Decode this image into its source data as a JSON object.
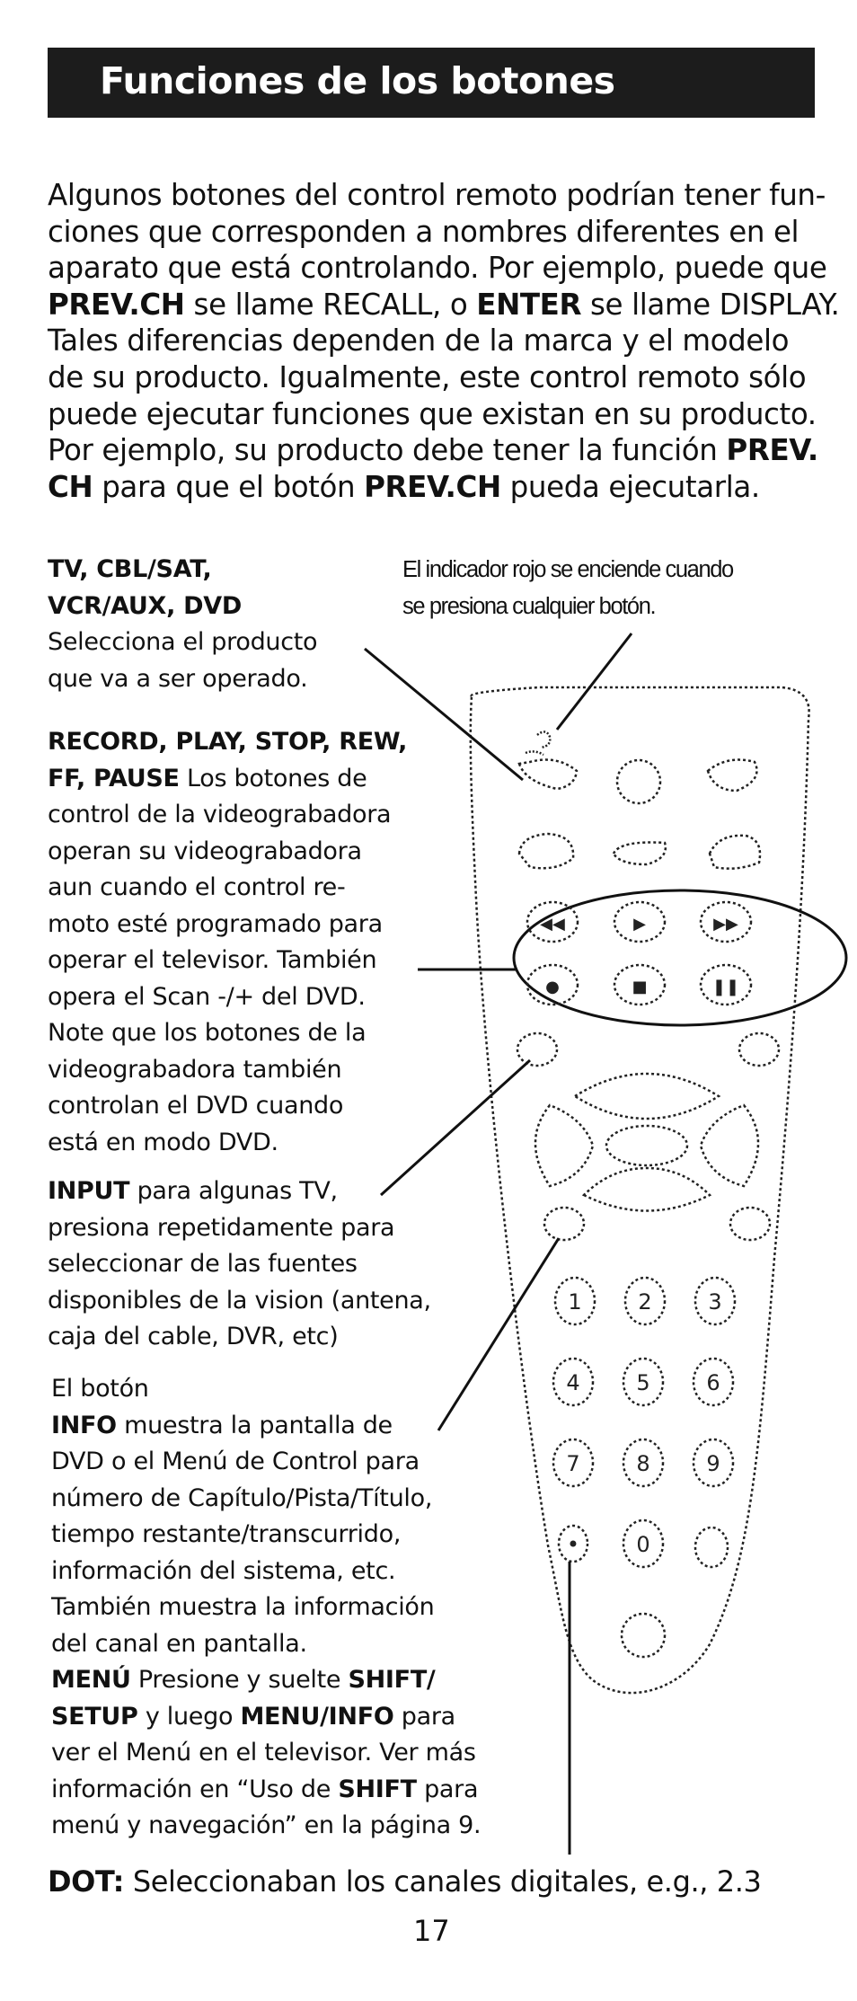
{
  "header": {
    "title": "Funciones de los botones"
  },
  "intro": {
    "l1": "Algunos botones del control remoto podrían tener fun-",
    "l2": "ciones que corresponden a nombres diferentes en el",
    "l3": "aparato que está controlando. Por ejemplo, puede que",
    "l4_b1": "PREV.CH",
    "l4_t1": " se llame RECALL, o ",
    "l4_b2": "ENTER",
    "l4_t2": " se llame DISPLAY.",
    "l5": "Tales diferencias dependen de la marca y el modelo",
    "l6": "de su producto. Igualmente, este control remoto sólo",
    "l7": "puede ejecutar funciones que existan en su producto.",
    "l8_t1": "Por ejemplo, su producto debe tener la función ",
    "l8_b1": "PREV.",
    "l9_b1": "CH",
    "l9_t1": " para que el botón ",
    "l9_b2": "PREV.CH",
    "l9_t2": " pueda ejecutarla."
  },
  "device_select": {
    "title_l1": "TV, CBL/SAT,",
    "title_l2": "VCR/AUX, DVD",
    "desc_l1": "Selecciona el producto",
    "desc_l2": "que va a ser operado."
  },
  "indicator_note": {
    "l1": "El indicador rojo se enciende cuando",
    "l2": "se presiona cualquier botón."
  },
  "vcr_controls": {
    "title_l1": "RECORD, PLAY, STOP, REW,",
    "title_l2": "FF, PAUSE",
    "l2_rest": " Los botones de",
    "l3": "control de la videograbadora",
    "l4": "operan su videograbadora",
    "l5": "aun cuando el control re-",
    "l6": "moto esté programado para",
    "l7": "operar el televisor. También",
    "l8": "opera el Scan -/+ del DVD.",
    "l9": "Note que los botones de la",
    "l10": "videograbadora también",
    "l11": "controlan el DVD cuando",
    "l12": "está en modo DVD."
  },
  "input_note": {
    "title": "INPUT",
    "l1_rest": " para algunas TV,",
    "l2": "presiona repetidamente para",
    "l3": "seleccionar de las fuentes",
    "l4": "disponibles de la vision (antena,",
    "l5": "caja del cable, DVR, etc)"
  },
  "info_note": {
    "l1": "El botón",
    "title": "INFO",
    "l2_rest": " muestra la pantalla de",
    "l3": "DVD o el Menú de Control para",
    "l4": "número de Capítulo/Pista/Título,",
    "l5": "tiempo restante/transcurrido,",
    "l6": "información del sistema, etc.",
    "l7": "También muestra la información",
    "l8": "del canal en pantalla.",
    "menu_title": "MENÚ",
    "l9_rest": " Presione y suelte ",
    "l9_b": "SHIFT/",
    "l10_b1": "SETUP",
    "l10_t1": " y luego ",
    "l10_b2": "MENU/INFO",
    "l10_t2": " para",
    "l11": "ver el Menú en el televisor. Ver más",
    "l12_t1": "información en “Uso de ",
    "l12_b": "SHIFT",
    "l12_t2": " para",
    "l13": "menú y navegación” en la página 9."
  },
  "dot_note": {
    "title": "DOT:",
    "text": " Seleccionaban los canales digitales, e.g., 2.3"
  },
  "keypad": {
    "d1": "1",
    "d2": "2",
    "d3": "3",
    "d4": "4",
    "d5": "5",
    "d6": "6",
    "d7": "7",
    "d8": "8",
    "d9": "9",
    "dot": "•",
    "d0": "0"
  },
  "page_number": "17"
}
